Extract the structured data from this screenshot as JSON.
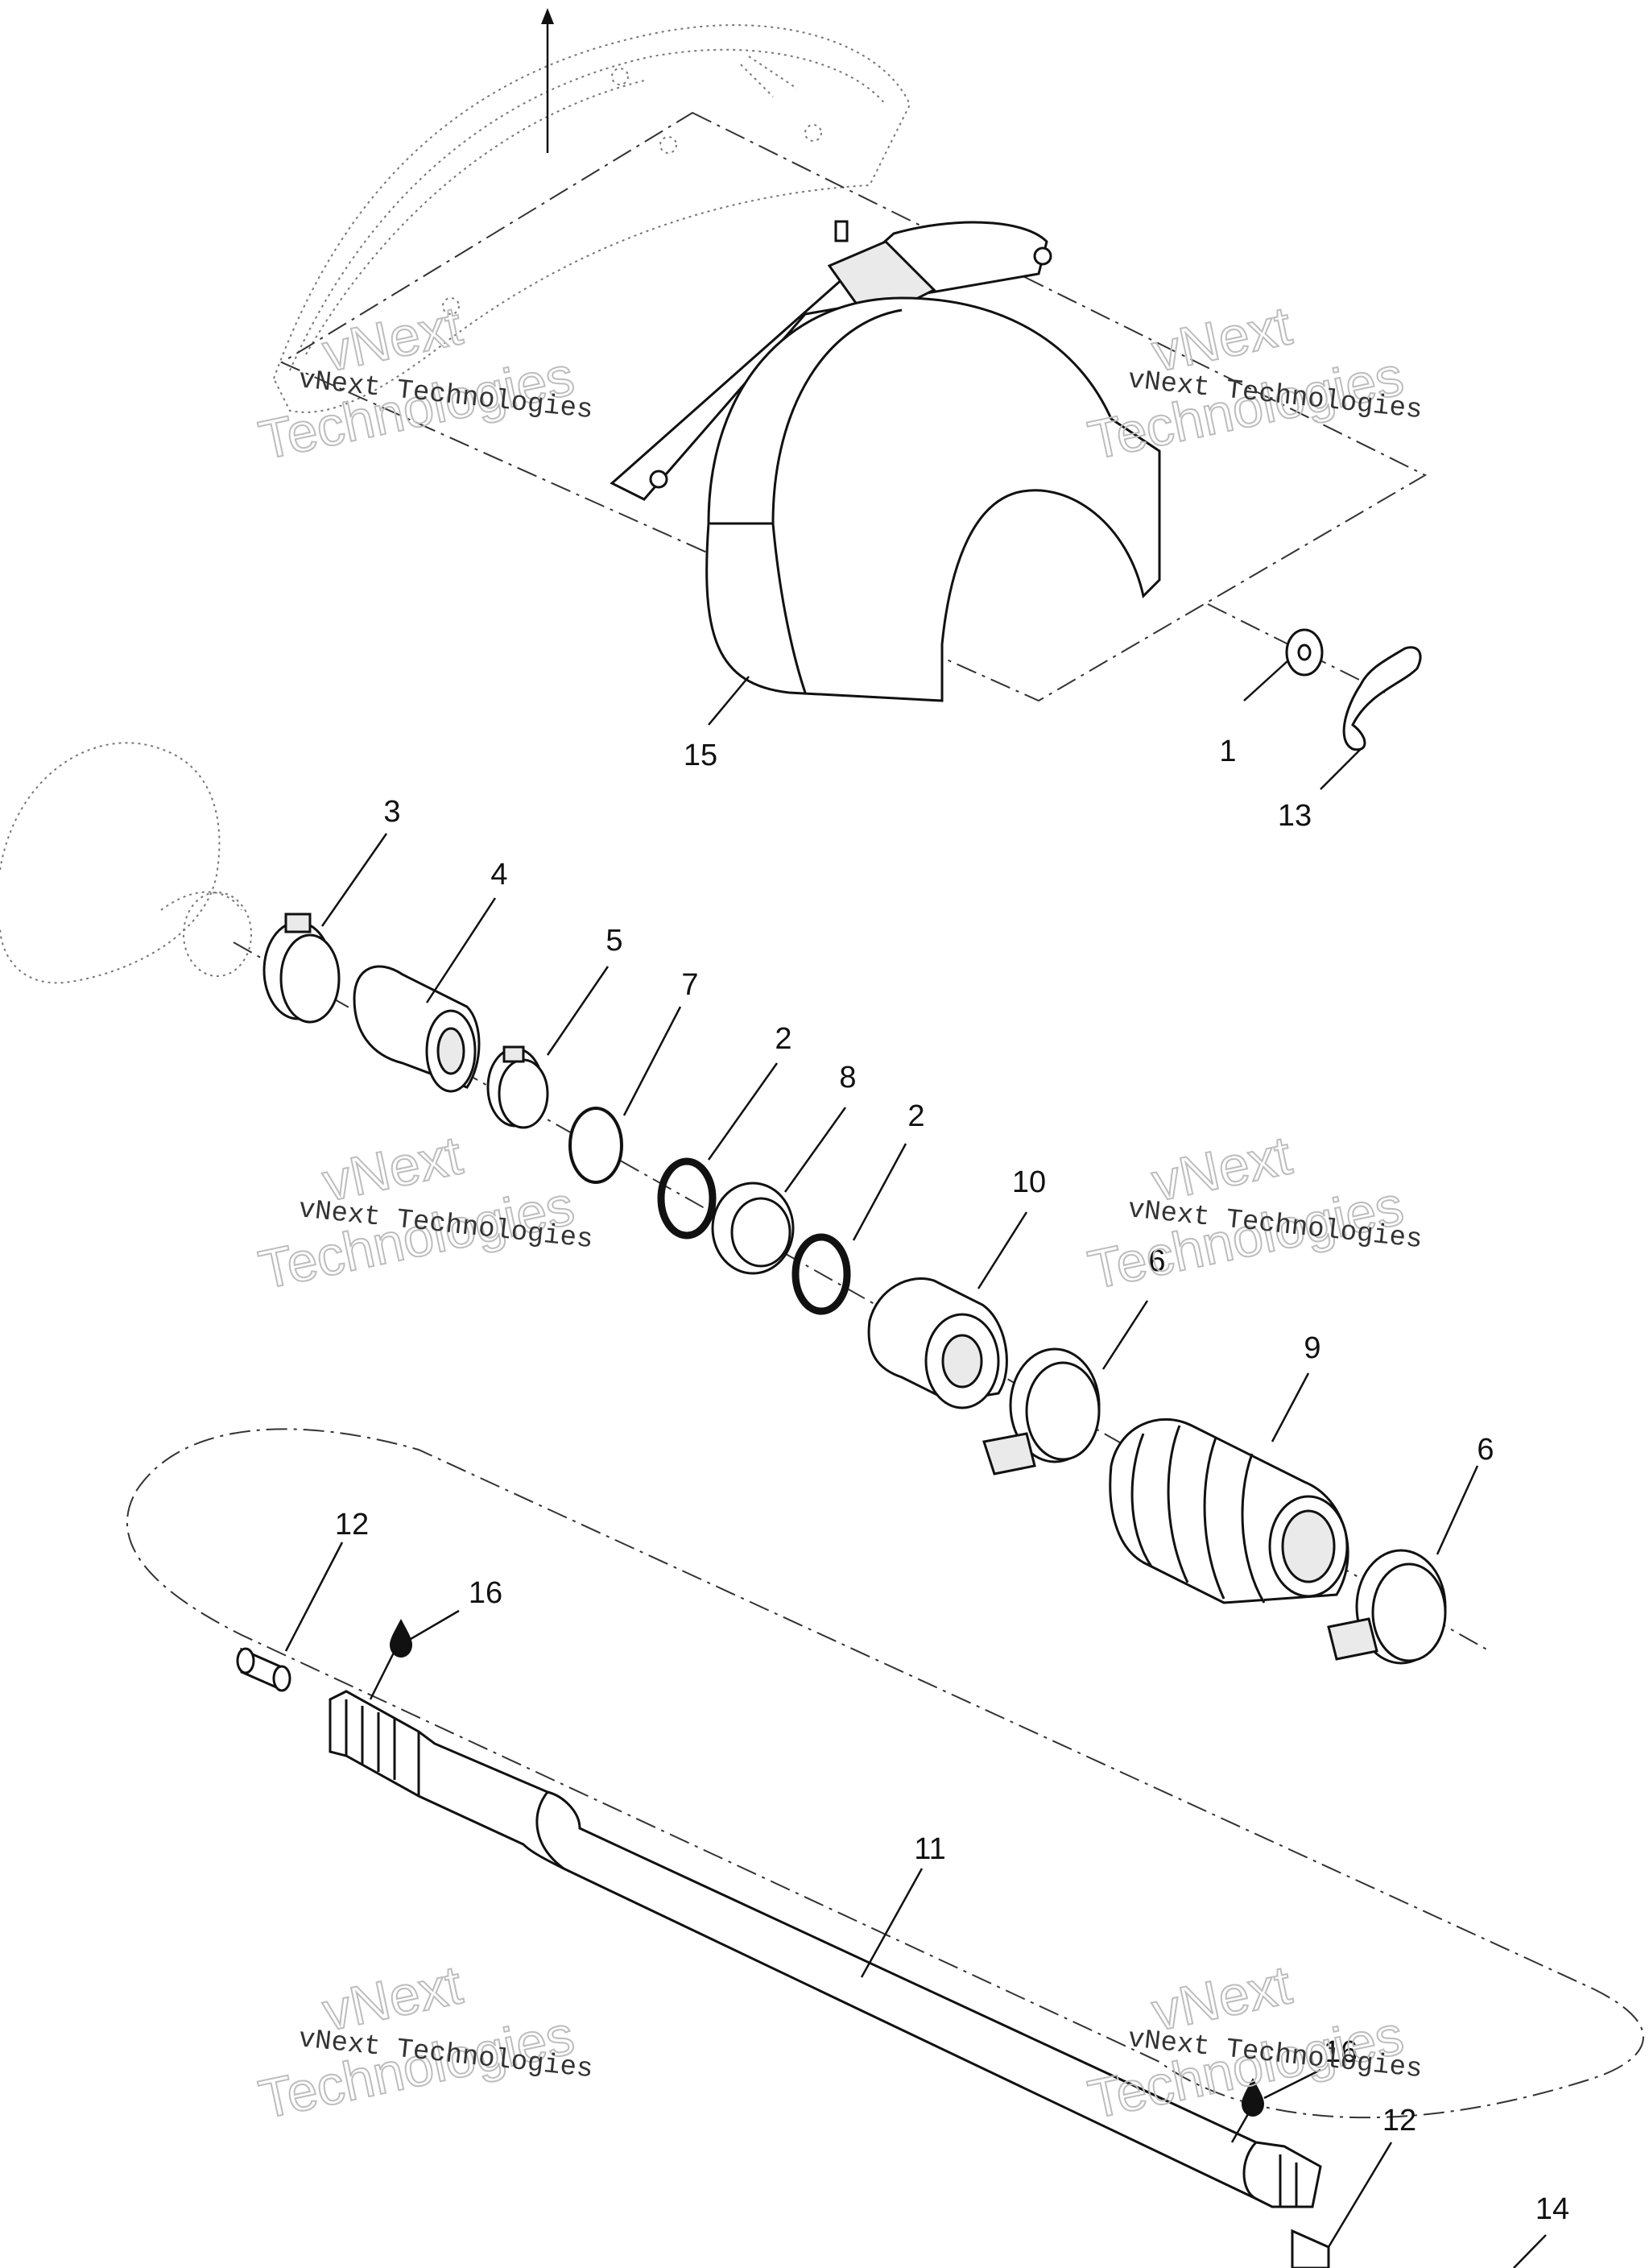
{
  "diagram": {
    "callouts": [
      "1",
      "2",
      "2",
      "3",
      "4",
      "5",
      "6",
      "6",
      "7",
      "8",
      "9",
      "10",
      "11",
      "12",
      "12",
      "13",
      "14",
      "15",
      "16",
      "16"
    ]
  },
  "watermarks": [
    {
      "line1": "vNext Technologies",
      "line2": "vNext",
      "line3": "Technologies"
    },
    {
      "line1": "vNext Technologies",
      "line2": "vNext",
      "line3": "Technologies"
    },
    {
      "line1": "vNext Technologies",
      "line2": "vNext",
      "line3": "Technologies"
    },
    {
      "line1": "vNext Technologies",
      "line2": "vNext",
      "line3": "Technologies"
    },
    {
      "line1": "vNext Technologies",
      "line2": "vNext",
      "line3": "Technologies"
    },
    {
      "line1": "vNext Technologies",
      "line2": "vNext",
      "line3": "Technologies"
    }
  ],
  "icons": {
    "lubricant": "droplet-icon",
    "direction": "arrow-up-icon"
  },
  "colors": {
    "line": "#111111",
    "paper": "#ffffff",
    "ghost": "#777777",
    "watermark": "#bdbdbd"
  }
}
